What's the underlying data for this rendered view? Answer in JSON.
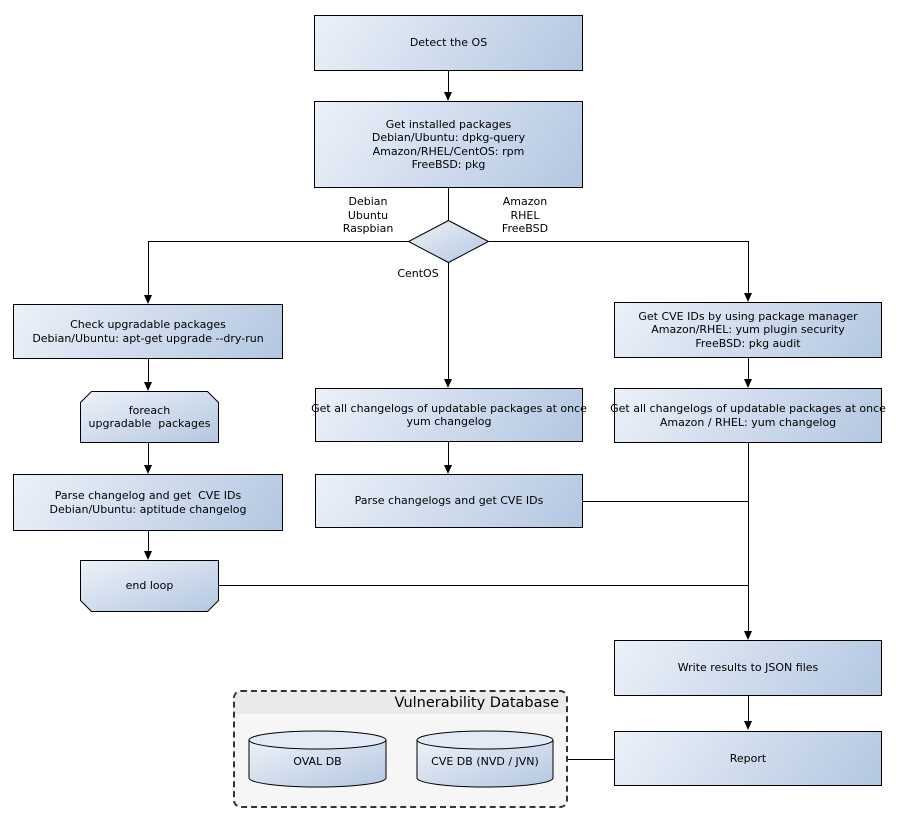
{
  "flowchart": {
    "nodes": {
      "detect_os": "Detect the OS",
      "get_installed_packages": "Get installed packages\nDebian/Ubuntu: dpkg-query\nAmazon/RHEL/CentOS: rpm\nFreeBSD: pkg",
      "check_upgradable": "Check upgradable packages\nDebian/Ubuntu: apt-get upgrade --dry-run",
      "foreach_loop": "foreach\nupgradable  packages",
      "parse_changelog_debian": "Parse changelog and get  CVE IDs\nDebian/Ubuntu: aptitude changelog",
      "end_loop": "end loop",
      "get_changelogs_centos": "Get all changelogs of updatable packages at once\nyum changelog",
      "parse_changelogs_centos": "Parse changelogs and get CVE IDs",
      "get_cve_ids_pkg_manager": "Get CVE IDs by using package manager\nAmazon/RHEL: yum plugin security\nFreeBSD: pkg audit",
      "get_changelogs_amazon": "Get all changelogs of updatable packages at once\nAmazon / RHEL: yum changelog",
      "write_results": "Write results to JSON files",
      "report": "Report"
    },
    "branch_labels": {
      "left": "Debian\nUbuntu\nRaspbian",
      "right": "Amazon\nRHEL\nFreeBSD",
      "down": "CentOS"
    },
    "database": {
      "title": "Vulnerability Database",
      "cylinders": {
        "oval": "OVAL DB",
        "cve": "CVE DB (NVD / JVN)"
      }
    }
  },
  "colors": {
    "node_gradient_start": "#ecf1f9",
    "node_gradient_end": "#b3c7e1",
    "node_border": "#000000",
    "connector": "#000000",
    "container_bg": "#f5f6f5",
    "container_header_bg": "#e9eae9",
    "text": "#000000"
  }
}
